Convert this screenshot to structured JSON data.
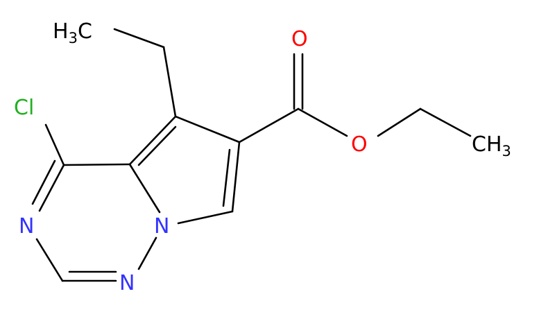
{
  "molecule": {
    "colors": {
      "carbon": "#000000",
      "nitrogen": "#3333ff",
      "oxygen": "#ff0000",
      "chlorine": "#1fb01f"
    },
    "atoms": {
      "methyl_top": {
        "main": "H",
        "sub": "3",
        "tail": "C"
      },
      "methyl_right": {
        "main": "CH",
        "sub": "3"
      },
      "oxygen_carbonyl": "O",
      "oxygen_ester": "O",
      "chlorine": "Cl",
      "nitrogen_left": "N",
      "nitrogen_bridge": "N",
      "nitrogen_bottom": "N"
    }
  }
}
